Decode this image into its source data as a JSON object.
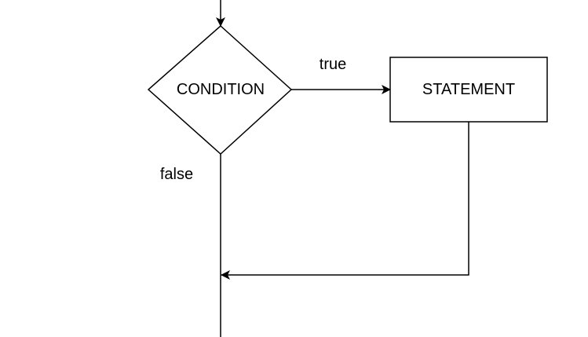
{
  "diagram": {
    "type": "flowchart",
    "nodes": {
      "condition": {
        "shape": "diamond",
        "label": "CONDITION"
      },
      "statement": {
        "shape": "rectangle",
        "label": "STATEMENT"
      }
    },
    "edges": {
      "true": {
        "from": "condition",
        "to": "statement",
        "label": "true"
      },
      "false": {
        "from": "condition",
        "to": "exit",
        "label": "false"
      },
      "loop_back": {
        "from": "statement",
        "to": "false-line",
        "label": ""
      }
    }
  },
  "colors": {
    "stroke": "#000000",
    "fill": "#ffffff",
    "background": "#ffffff"
  }
}
